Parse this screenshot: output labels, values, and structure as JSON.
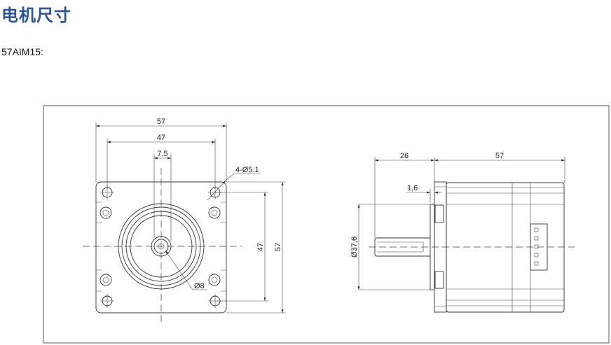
{
  "page": {
    "title": "电机尺寸",
    "model_label": "57AIM15:"
  },
  "drawing": {
    "front_view": {
      "width_outer": "57",
      "hole_spacing_h": "47",
      "key_width": "7.5",
      "holes": "4-Ø5.1",
      "height_outer": "57",
      "hole_spacing_v": "47",
      "shaft_diameter": "Ø8"
    },
    "side_view": {
      "shaft_length": "26",
      "body_length": "57",
      "flange_step": "1,6",
      "pilot_diameter": "Ø37,6"
    }
  }
}
